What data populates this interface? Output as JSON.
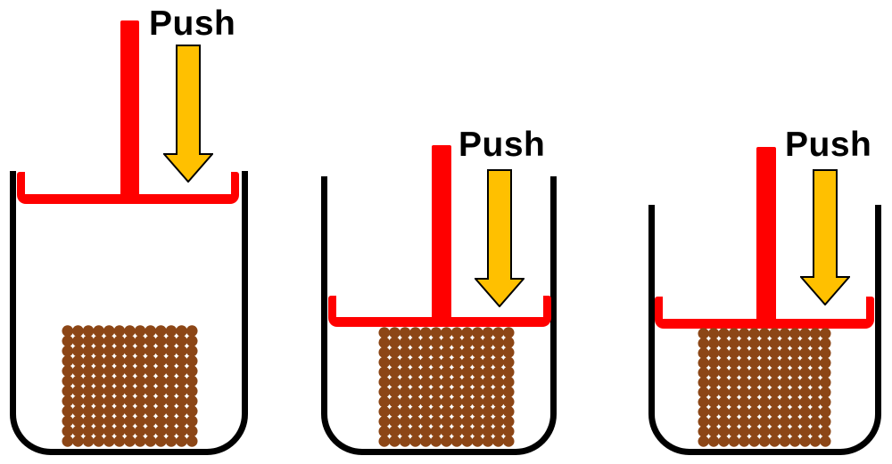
{
  "colors": {
    "piston_red": "#ff0000",
    "arrow_orange": "#ffc000",
    "arrow_outline": "#000000",
    "beaker_black": "#000000",
    "particle_brown": "#8c4616",
    "background": "#ffffff"
  },
  "panels": [
    {
      "id": "left",
      "push_label": "Push",
      "arrow_icon": "down-arrow",
      "particles": {
        "rows": 12,
        "cols": 13
      }
    },
    {
      "id": "middle",
      "push_label": "Push",
      "arrow_icon": "down-arrow",
      "particles": {
        "rows": 12,
        "cols": 13
      }
    },
    {
      "id": "right",
      "push_label": "Push",
      "arrow_icon": "down-arrow",
      "particles": {
        "rows": 12,
        "cols": 13
      }
    }
  ]
}
